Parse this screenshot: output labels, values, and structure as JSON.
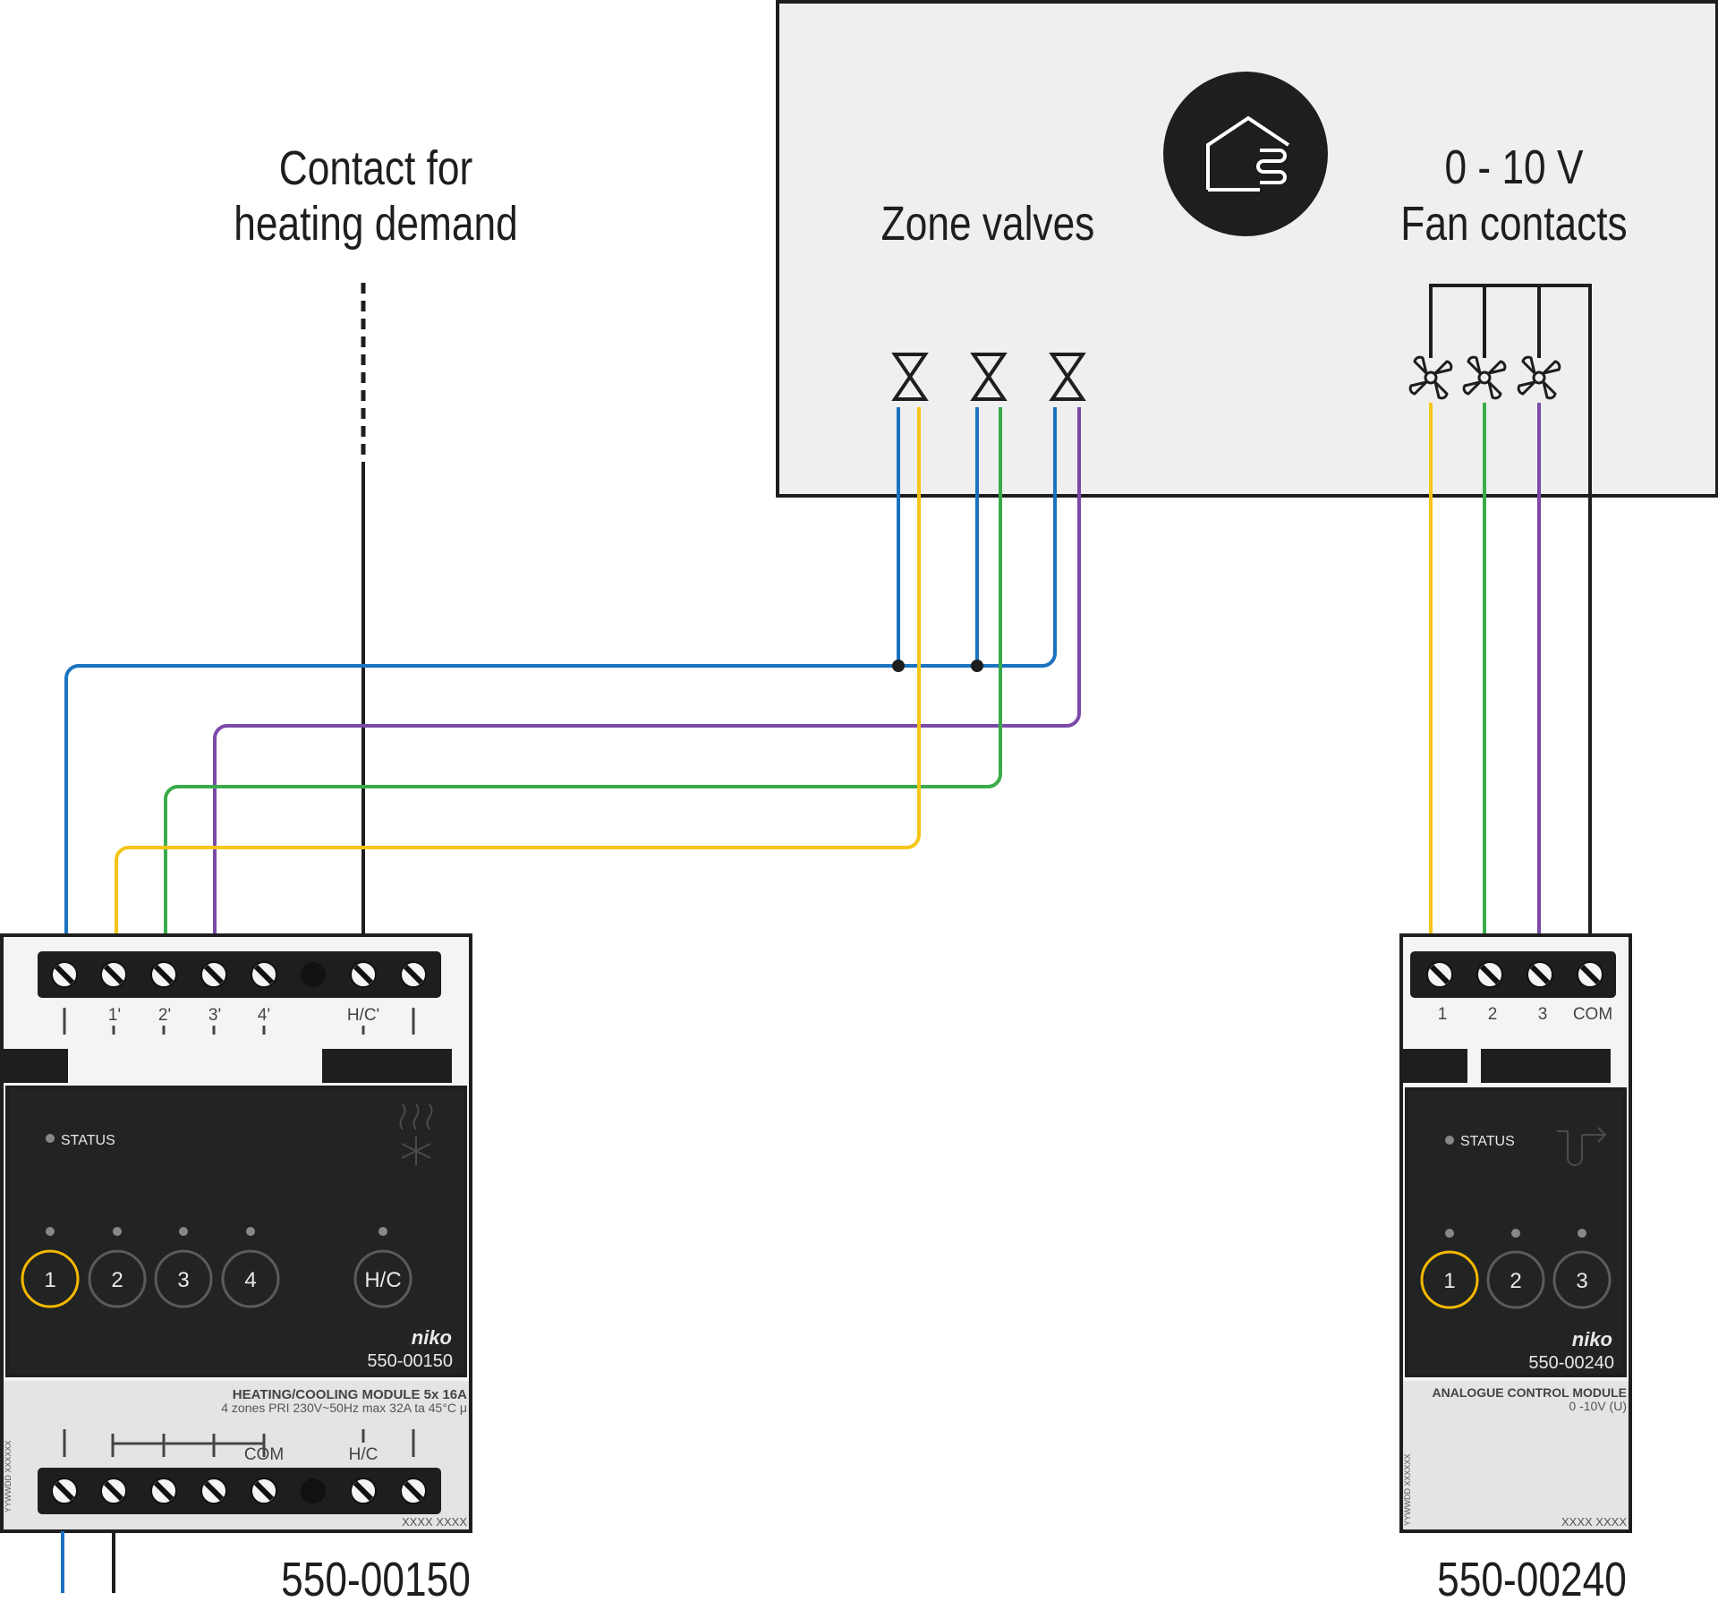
{
  "header": {
    "contact_label_line1": "Contact for",
    "contact_label_line2": "heating demand",
    "zone_valves_label": "Zone valves",
    "fan_voltage_label": "0 - 10 V",
    "fan_contacts_label": "Fan contacts"
  },
  "colors": {
    "blue": "#1a73c0",
    "yellow": "#f5c518",
    "green": "#3aab4a",
    "purple": "#7b4aa8",
    "black": "#1e1e1e",
    "box_fill": "#efefef",
    "module_face": "#222423"
  },
  "icons": {
    "hvac": "house-heating-icon",
    "valve": "valve-icon",
    "fan": "fan-icon",
    "snowflake_heat": "heating-cooling-icon",
    "analog": "analog-output-icon"
  },
  "module_left": {
    "code_footer": "550-00150",
    "code_face": "550-00150",
    "brand": "niko",
    "status": "STATUS",
    "top_labels": [
      "1'",
      "2'",
      "3'",
      "4'",
      "H/C'"
    ],
    "buttons": [
      "1",
      "2",
      "3",
      "4",
      "H/C"
    ],
    "desc_line1": "HEATING/COOLING MODULE 5x 16A",
    "desc_line2": "4 zones   PRI 230V~50Hz  max 32A  ta 45°C  μ",
    "bottom_com": "COM",
    "bottom_hc": "H/C",
    "serial": "XXXX XXXX",
    "side_code": "YYWWDD XXXXXX"
  },
  "module_right": {
    "code_footer": "550-00240",
    "code_face": "550-00240",
    "brand": "niko",
    "status": "STATUS",
    "top_labels": [
      "1",
      "2",
      "3",
      "COM"
    ],
    "buttons": [
      "1",
      "2",
      "3"
    ],
    "desc_line1": "ANALOGUE CONTROL MODULE",
    "desc_line2": "0 -10V (U)",
    "serial": "XXXX XXXX",
    "side_code": "YYWWDD XXXXXX"
  }
}
